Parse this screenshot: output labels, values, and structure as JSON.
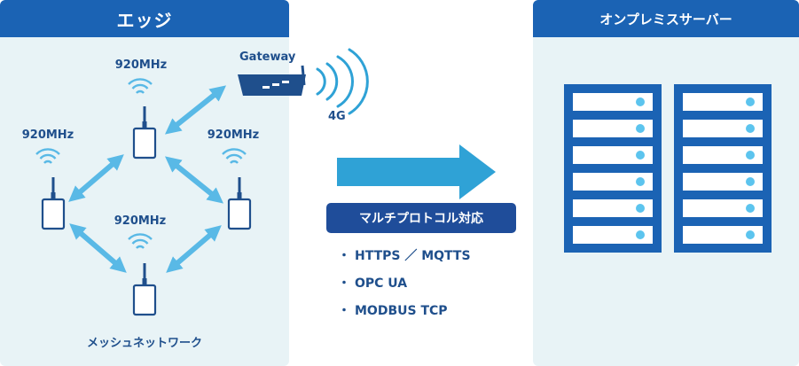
{
  "edge": {
    "title": "エッジ",
    "caption": "メッシュネットワーク",
    "nodes": [
      {
        "label": "920MHz"
      },
      {
        "label": "920MHz"
      },
      {
        "label": "920MHz"
      },
      {
        "label": "920MHz"
      }
    ],
    "gateway": {
      "label": "Gateway",
      "network": "4G"
    }
  },
  "server": {
    "title": "オンプレミスサーバー",
    "racks": 2,
    "units_per_rack": 6
  },
  "protocol": {
    "title": "マルチプロトコル対応",
    "items": [
      "HTTPS ／ MQTTS",
      "OPC UA",
      "MODBUS TCP"
    ]
  },
  "colors": {
    "header": "#1b63b4",
    "panel": "#e8f3f6",
    "arrow": "#59b9e6",
    "big_arrow": "#2fa2d6",
    "device": "#1f4f8c",
    "badge": "#1f4d9a",
    "indicator": "#5cc4ee"
  }
}
